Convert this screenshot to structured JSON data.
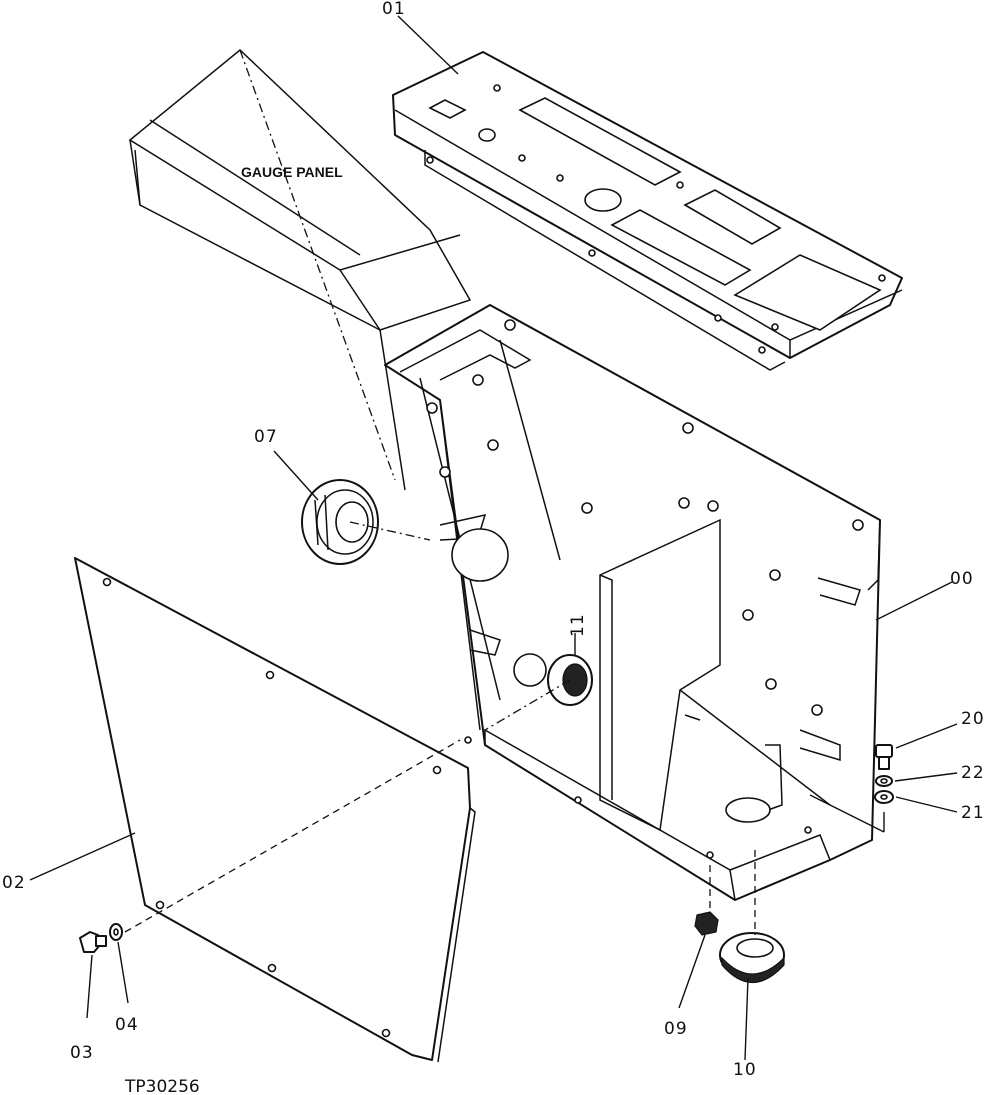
{
  "figure_id": "TP30256",
  "annotation": "GAUGE PANEL",
  "callouts": {
    "c00": "00",
    "c01": "01",
    "c02": "02",
    "c03": "03",
    "c04": "04",
    "c07": "07",
    "c09": "09",
    "c10": "10",
    "c11": "11",
    "c20": "20",
    "c21": "21",
    "c22": "22"
  }
}
